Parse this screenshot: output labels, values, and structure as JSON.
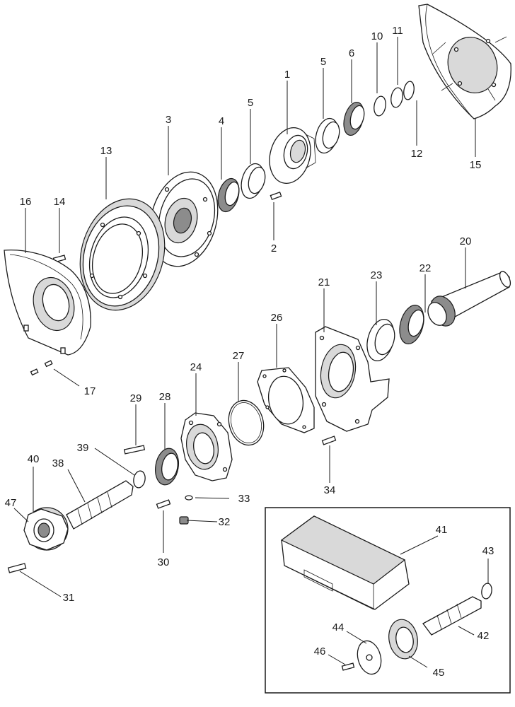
{
  "callouts": [
    {
      "id": "c1",
      "label": "1"
    },
    {
      "id": "c2",
      "label": "2"
    },
    {
      "id": "c3",
      "label": "3"
    },
    {
      "id": "c4",
      "label": "4"
    },
    {
      "id": "c5a",
      "label": "5"
    },
    {
      "id": "c5b",
      "label": "5"
    },
    {
      "id": "c6",
      "label": "6"
    },
    {
      "id": "c10",
      "label": "10"
    },
    {
      "id": "c11",
      "label": "11"
    },
    {
      "id": "c12",
      "label": "12"
    },
    {
      "id": "c13",
      "label": "13"
    },
    {
      "id": "c14",
      "label": "14"
    },
    {
      "id": "c15",
      "label": "15"
    },
    {
      "id": "c16",
      "label": "16"
    },
    {
      "id": "c17",
      "label": "17"
    },
    {
      "id": "c20",
      "label": "20"
    },
    {
      "id": "c21",
      "label": "21"
    },
    {
      "id": "c22",
      "label": "22"
    },
    {
      "id": "c23",
      "label": "23"
    },
    {
      "id": "c24",
      "label": "24"
    },
    {
      "id": "c26",
      "label": "26"
    },
    {
      "id": "c27",
      "label": "27"
    },
    {
      "id": "c28",
      "label": "28"
    },
    {
      "id": "c29",
      "label": "29"
    },
    {
      "id": "c30",
      "label": "30"
    },
    {
      "id": "c31",
      "label": "31"
    },
    {
      "id": "c32",
      "label": "32"
    },
    {
      "id": "c33",
      "label": "33"
    },
    {
      "id": "c34",
      "label": "34"
    },
    {
      "id": "c38",
      "label": "38"
    },
    {
      "id": "c39",
      "label": "39"
    },
    {
      "id": "c40",
      "label": "40"
    },
    {
      "id": "c41",
      "label": "41"
    },
    {
      "id": "c42",
      "label": "42"
    },
    {
      "id": "c43",
      "label": "43"
    },
    {
      "id": "c44",
      "label": "44"
    },
    {
      "id": "c45",
      "label": "45"
    },
    {
      "id": "c46",
      "label": "46"
    },
    {
      "id": "c47",
      "label": "47"
    }
  ]
}
